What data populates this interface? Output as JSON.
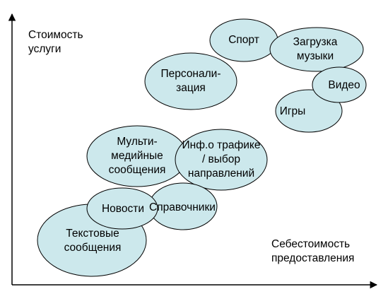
{
  "axes": {
    "y_label": "Стоимость\n услуги",
    "x_label": "Себестоимость\nпредоставления"
  },
  "bubbles": {
    "sport": "Спорт",
    "music": "Загрузка\nмузыки",
    "personal": "Персонали-\nзация",
    "video": "Видео",
    "games": "Игры",
    "multimedia": "Мульти-\nмедийные\nсообщения",
    "traffic": "Инф.о трафике\n/ выбор\nнаправлений",
    "reference": "Справочники",
    "news": "Новости",
    "sms": "Текстовые\nсообщения"
  },
  "colors": {
    "bubble_fill": "#CCE8EC",
    "bubble_stroke": "#000000",
    "axis": "#000000"
  }
}
